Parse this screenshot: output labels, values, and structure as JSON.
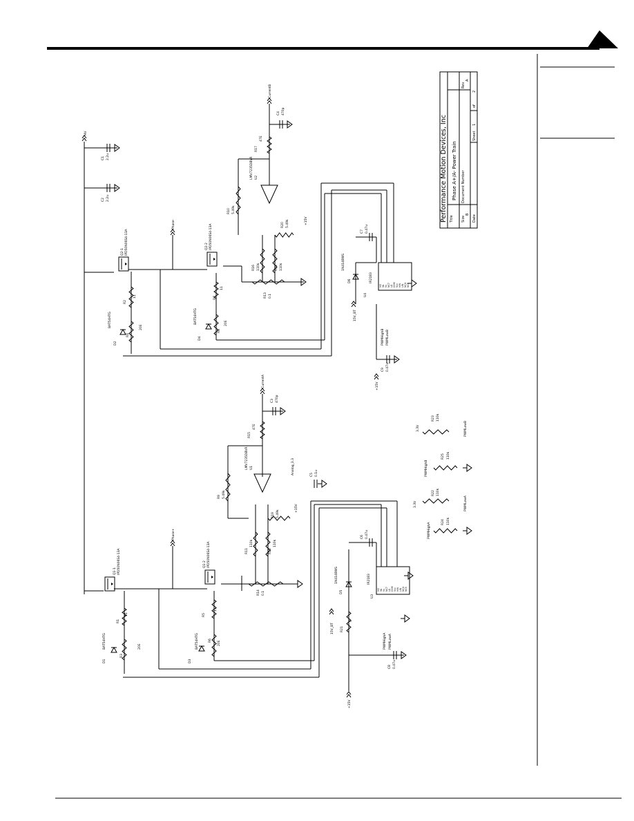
{
  "title_block": {
    "company": "Performance Motion Devices, Inc",
    "title_label": "Title",
    "title": "Phase A+/A- Power Train",
    "size_label": "Size",
    "size": "B",
    "docnum_label": "Document Number",
    "rev_label": "Rev",
    "rev": "A",
    "date_label": "Date",
    "sheet_label": "Sheet",
    "sheet": "1",
    "of_label": "of",
    "of": "2"
  },
  "nets": {
    "hv": "HV",
    "phase_minus": "Phase-",
    "phase_plus": "Phase+",
    "current_b": "CurrentB",
    "current_a": "CurrentA",
    "analog": "Analog_3.3",
    "v15_bt": "15V_BT",
    "v15": "+15V",
    "v3_3": "3.3V",
    "pwm_high_a": "PWMHighA",
    "pwm_low_a": "PWMLowA",
    "pwm_high_b": "PWMHighB",
    "pwm_low_b": "PWMLowB"
  },
  "parts": {
    "c1": "C1",
    "c1v": "2.2u",
    "c2": "C2",
    "c2v": "2.2u",
    "c3": "C3",
    "c3v": "470p",
    "c4": "C4",
    "c4v": "470p",
    "c5": "C5",
    "c5v": "0.1u",
    "c6": "C6",
    "c6v": "0.47u",
    "c7": "C7",
    "c7v": "0.47u",
    "c8": "C8",
    "c8v": "0.47u",
    "c9": "C9",
    "c9v": "0.47u",
    "q1": "Q1-1",
    "q1v": "IPD50N06S4-13A",
    "q2": "Q2-1",
    "q2v": "IPD50N06S4-13A",
    "q3": "Q1-2",
    "q3v": "IPD50N06S4-13A",
    "q4": "Q2-2",
    "q4v": "IPD50N06S4-13A",
    "d1": "D1",
    "d1v": "BAT54HTG",
    "d2": "D2",
    "d2v": "BAT54HTG",
    "d3": "D3",
    "d3v": "BAT54HTG",
    "d4": "D4",
    "d4v": "BAT54HTG",
    "d5": "D5",
    "d5v": "1N4148WS",
    "d6": "D6",
    "d6v": "1N4148WS",
    "r1": "R1",
    "r1v": "11",
    "r2": "R2",
    "r2v": "11",
    "r3": "R3",
    "r3v": "20E",
    "r4": "R4",
    "r4v": "20E",
    "r5": "R5",
    "r5v": "11",
    "r6": "R6",
    "r6v": "20E",
    "r7": "R7",
    "r7v": "11",
    "r8": "R8",
    "r8v": "20E",
    "r9": "R9",
    "r9v": "5.49k",
    "r10": "R10",
    "r10v": "5.49k",
    "r11": "R11",
    "r11v": "110k",
    "r12": "R12",
    "r12v": "110k",
    "r13": "R13",
    "r13v": "0.1",
    "r14": "R14",
    "r14v": "0.1",
    "r15": "R15",
    "r15v": "47E",
    "r16": "R16",
    "r16v": "110k",
    "r17": "R17",
    "r17v": "47E",
    "r18": "R18",
    "r18v": "110k",
    "r19": "R19",
    "r19v": "5.49k",
    "r20": "R20",
    "r20v": "5.49k",
    "r21": "R21",
    "r21v": "0",
    "r22": "R22",
    "r22v": "110k",
    "r23": "R23",
    "r23v": "110k",
    "r24": "R24",
    "r24v": "110k",
    "r25": "R25",
    "r25v": "110k",
    "u1": "U1",
    "u1v": "LMV7235DBVR",
    "u2": "U2",
    "u2v": "LMV7235DBVR",
    "u3": "U3",
    "u3v": "IR2183",
    "u4": "U4",
    "u4v": "IR2183"
  },
  "driver_pins": [
    "HO",
    "Vb",
    "Vs",
    "NC7",
    "LO",
    "COM",
    "Vcc",
    "HIN",
    "LIN",
    "NC4",
    "NC5"
  ]
}
